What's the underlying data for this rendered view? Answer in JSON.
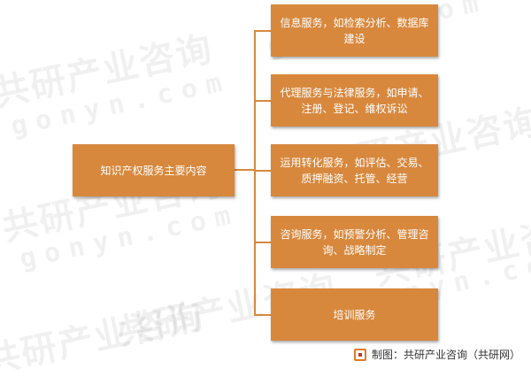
{
  "colors": {
    "node_fill": "#d8883d",
    "node_text": "#ffffff",
    "connector": "#d8883d"
  },
  "diagram": {
    "root": "知识产权服务主要内容",
    "children": [
      "信息服务，如检索分析、数据库建设",
      "代理服务与法律服务，如申请、注册、登记、维权诉讼",
      "运用转化服务，如评估、交易、质押融资、托管、经营",
      "咨询服务，如预警分析、管理咨询、战略制定",
      "培训服务"
    ]
  },
  "watermark": {
    "text_cn": "共研产业咨询",
    "text_en": "gonyn.com"
  },
  "footer": {
    "logo_icon": "gonyn-logo-icon",
    "credit": "制图：共研产业咨询（共研网）"
  }
}
